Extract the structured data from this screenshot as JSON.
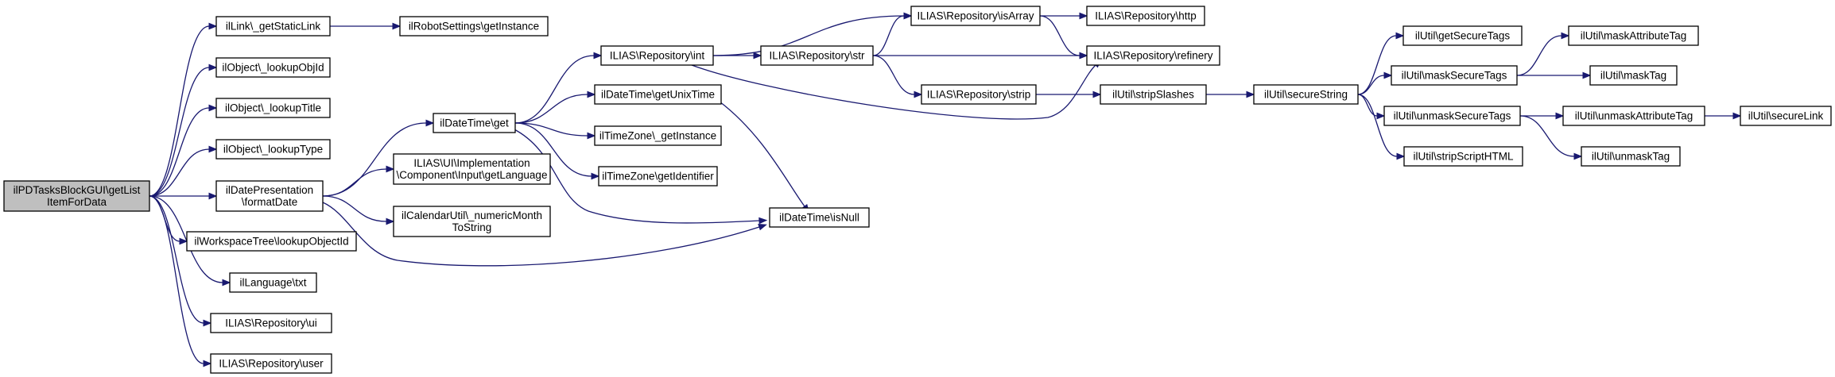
{
  "diagram": {
    "type": "call-graph",
    "edge_color": "#191970",
    "root_fill": "#bfbfbf",
    "node_fill": "#ffffff",
    "nodes": [
      {
        "id": "root",
        "lines": [
          "ilPDTasksBlockGUI\\getList",
          "ItemForData"
        ],
        "root": true
      },
      {
        "id": "getStaticLink",
        "lines": [
          "ilLink\\_getStaticLink"
        ]
      },
      {
        "id": "lookupObjId",
        "lines": [
          "ilObject\\_lookupObjId"
        ]
      },
      {
        "id": "lookupTitle",
        "lines": [
          "ilObject\\_lookupTitle"
        ]
      },
      {
        "id": "lookupType",
        "lines": [
          "ilObject\\_lookupType"
        ]
      },
      {
        "id": "formatDate",
        "lines": [
          "ilDatePresentation",
          "\\formatDate"
        ]
      },
      {
        "id": "lookupObjectId",
        "lines": [
          "ilWorkspaceTree\\lookupObjectId"
        ]
      },
      {
        "id": "txt",
        "lines": [
          "ilLanguage\\txt"
        ]
      },
      {
        "id": "repoUi",
        "lines": [
          "ILIAS\\Repository\\ui"
        ]
      },
      {
        "id": "repoUser",
        "lines": [
          "ILIAS\\Repository\\user"
        ]
      },
      {
        "id": "robotGetInstance",
        "lines": [
          "ilRobotSettings\\getInstance"
        ]
      },
      {
        "id": "dateTimeGet",
        "lines": [
          "ilDateTime\\get"
        ]
      },
      {
        "id": "getLanguage",
        "lines": [
          "ILIAS\\UI\\Implementation",
          "\\Component\\Input\\getLanguage"
        ]
      },
      {
        "id": "numericMonth",
        "lines": [
          "ilCalendarUtil\\_numericMonth",
          "ToString"
        ]
      },
      {
        "id": "repoInt",
        "lines": [
          "ILIAS\\Repository\\int"
        ]
      },
      {
        "id": "getUnixTime",
        "lines": [
          "ilDateTime\\getUnixTime"
        ]
      },
      {
        "id": "tzGetInstance",
        "lines": [
          "ilTimeZone\\_getInstance"
        ]
      },
      {
        "id": "tzGetIdentifier",
        "lines": [
          "ilTimeZone\\getIdentifier"
        ]
      },
      {
        "id": "isNull",
        "lines": [
          "ilDateTime\\isNull"
        ]
      },
      {
        "id": "repoStr",
        "lines": [
          "ILIAS\\Repository\\str"
        ]
      },
      {
        "id": "repoIsArray",
        "lines": [
          "ILIAS\\Repository\\isArray"
        ]
      },
      {
        "id": "repoStrip",
        "lines": [
          "ILIAS\\Repository\\strip"
        ]
      },
      {
        "id": "repoHttp",
        "lines": [
          "ILIAS\\Repository\\http"
        ]
      },
      {
        "id": "repoRefinery",
        "lines": [
          "ILIAS\\Repository\\refinery"
        ]
      },
      {
        "id": "stripSlashes",
        "lines": [
          "ilUtil\\stripSlashes"
        ]
      },
      {
        "id": "secureString",
        "lines": [
          "ilUtil\\secureString"
        ]
      },
      {
        "id": "getSecureTags",
        "lines": [
          "ilUtil\\getSecureTags"
        ]
      },
      {
        "id": "maskSecureTags",
        "lines": [
          "ilUtil\\maskSecureTags"
        ]
      },
      {
        "id": "unmaskSecureTags",
        "lines": [
          "ilUtil\\unmaskSecureTags"
        ]
      },
      {
        "id": "stripScriptHTML",
        "lines": [
          "ilUtil\\stripScriptHTML"
        ]
      },
      {
        "id": "maskAttributeTag",
        "lines": [
          "ilUtil\\maskAttributeTag"
        ]
      },
      {
        "id": "maskTag",
        "lines": [
          "ilUtil\\maskTag"
        ]
      },
      {
        "id": "unmaskAttributeTag",
        "lines": [
          "ilUtil\\unmaskAttributeTag"
        ]
      },
      {
        "id": "unmaskTag",
        "lines": [
          "ilUtil\\unmaskTag"
        ]
      },
      {
        "id": "secureLink",
        "lines": [
          "ilUtil\\secureLink"
        ]
      }
    ],
    "edges": [
      [
        "root",
        "getStaticLink"
      ],
      [
        "root",
        "lookupObjId"
      ],
      [
        "root",
        "lookupTitle"
      ],
      [
        "root",
        "lookupType"
      ],
      [
        "root",
        "formatDate"
      ],
      [
        "root",
        "lookupObjectId"
      ],
      [
        "root",
        "txt"
      ],
      [
        "root",
        "repoUi"
      ],
      [
        "root",
        "repoUser"
      ],
      [
        "getStaticLink",
        "robotGetInstance"
      ],
      [
        "formatDate",
        "dateTimeGet"
      ],
      [
        "formatDate",
        "getLanguage"
      ],
      [
        "formatDate",
        "numericMonth"
      ],
      [
        "formatDate",
        "isNull"
      ],
      [
        "dateTimeGet",
        "repoInt"
      ],
      [
        "dateTimeGet",
        "getUnixTime"
      ],
      [
        "dateTimeGet",
        "tzGetInstance"
      ],
      [
        "dateTimeGet",
        "tzGetIdentifier"
      ],
      [
        "dateTimeGet",
        "isNull"
      ],
      [
        "getUnixTime",
        "isNull"
      ],
      [
        "repoInt",
        "repoIsArray"
      ],
      [
        "repoInt",
        "repoStr"
      ],
      [
        "repoInt",
        "repoRefinery"
      ],
      [
        "repoStr",
        "repoIsArray"
      ],
      [
        "repoStr",
        "repoRefinery"
      ],
      [
        "repoStr",
        "repoStrip"
      ],
      [
        "repoIsArray",
        "repoHttp"
      ],
      [
        "repoIsArray",
        "repoRefinery"
      ],
      [
        "repoStrip",
        "stripSlashes"
      ],
      [
        "stripSlashes",
        "secureString"
      ],
      [
        "secureString",
        "getSecureTags"
      ],
      [
        "secureString",
        "maskSecureTags"
      ],
      [
        "secureString",
        "unmaskSecureTags"
      ],
      [
        "secureString",
        "stripScriptHTML"
      ],
      [
        "maskSecureTags",
        "maskAttributeTag"
      ],
      [
        "maskSecureTags",
        "maskTag"
      ],
      [
        "unmaskSecureTags",
        "unmaskAttributeTag"
      ],
      [
        "unmaskSecureTags",
        "unmaskTag"
      ],
      [
        "unmaskAttributeTag",
        "secureLink"
      ]
    ]
  }
}
